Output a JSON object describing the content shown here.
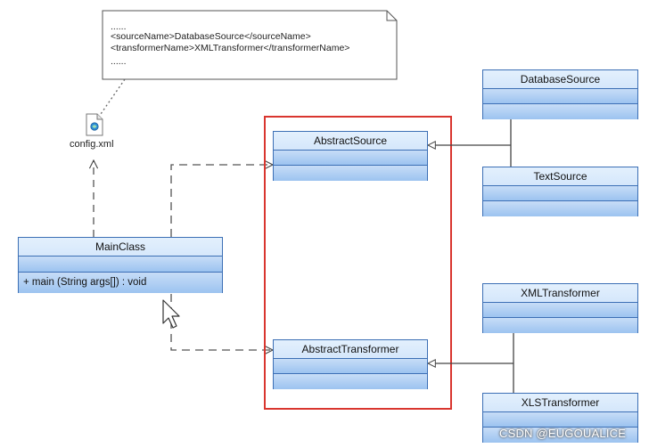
{
  "note": {
    "lines": [
      "......",
      "<sourceName>DatabaseSource</sourceName>",
      "<transformerName>XMLTransformer</transformerName>",
      "......"
    ]
  },
  "config_file": {
    "label": "config.xml",
    "icon": "xml-file-icon"
  },
  "highlight": {
    "color": "#d9362f"
  },
  "classes": {
    "main": {
      "name": "MainClass",
      "operation": "+ main (String args[]) : void"
    },
    "abstract_source": {
      "name": "AbstractSource"
    },
    "abstract_transformer": {
      "name": "AbstractTransformer"
    },
    "database_source": {
      "name": "DatabaseSource"
    },
    "text_source": {
      "name": "TextSource"
    },
    "xml_transformer": {
      "name": "XMLTransformer"
    },
    "xls_transformer": {
      "name": "XLSTransformer"
    }
  },
  "watermark": "CSDN @EUGOUALICE",
  "colors": {
    "class_border": "#3c6fb5",
    "class_fill": "#bcd7f7",
    "line": "#555555"
  }
}
